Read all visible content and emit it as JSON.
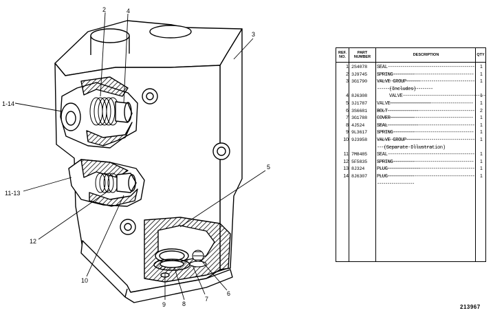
{
  "drawing": {
    "callouts": [
      {
        "id": "2",
        "label": "2"
      },
      {
        "id": "4",
        "label": "4"
      },
      {
        "id": "3",
        "label": "3"
      },
      {
        "id": "1-14",
        "label": "1-14"
      },
      {
        "id": "11-13",
        "label": "11-13"
      },
      {
        "id": "5",
        "label": "5"
      },
      {
        "id": "12",
        "label": "12"
      },
      {
        "id": "10",
        "label": "10"
      },
      {
        "id": "9",
        "label": "9"
      },
      {
        "id": "8",
        "label": "8"
      },
      {
        "id": "7",
        "label": "7"
      },
      {
        "id": "6",
        "label": "6"
      }
    ]
  },
  "table": {
    "headers": {
      "ref_no": "REF. NO.",
      "part_number": "PART NUMBER",
      "description": "DESCRIPTION",
      "qty": "QTY"
    },
    "rows": [
      {
        "ref": "1",
        "part": "2S4078",
        "desc": "SEAL",
        "qty": "1"
      },
      {
        "ref": "2",
        "part": "3J9745",
        "desc": "SPRING",
        "qty": "1"
      },
      {
        "ref": "3",
        "part": "3G1790",
        "desc": "VALVE GROUP",
        "qty": "1"
      },
      {
        "ref": "",
        "part": "",
        "desc": "(Includes)",
        "qty": ""
      },
      {
        "ref": "4",
        "part": "8J6308",
        "desc": "VALVE",
        "qty": "1"
      },
      {
        "ref": "5",
        "part": "3J1787",
        "desc": "VALVE",
        "qty": "1"
      },
      {
        "ref": "6",
        "part": "3S6681",
        "desc": "BOLT",
        "qty": "2"
      },
      {
        "ref": "7",
        "part": "3G1788",
        "desc": "COVER",
        "qty": "1"
      },
      {
        "ref": "8",
        "part": "4J524",
        "desc": "SEAL",
        "qty": "1"
      },
      {
        "ref": "9",
        "part": "9L3617",
        "desc": "SPRING",
        "qty": "1"
      },
      {
        "ref": "10",
        "part": "9J3958",
        "desc": "VALVE GROUP",
        "qty": "1"
      },
      {
        "ref": "",
        "part": "",
        "desc": "(Separate Illustration)",
        "qty": ""
      },
      {
        "ref": "11",
        "part": "7M8485",
        "desc": "SEAL",
        "qty": "1"
      },
      {
        "ref": "12",
        "part": "5F5835",
        "desc": "SPRING",
        "qty": "1"
      },
      {
        "ref": "13",
        "part": "8J324",
        "desc": "PLUG",
        "qty": "1"
      },
      {
        "ref": "14",
        "part": "8J6307",
        "desc": "PLUG",
        "qty": "1"
      }
    ]
  },
  "illustration_number": "213967"
}
